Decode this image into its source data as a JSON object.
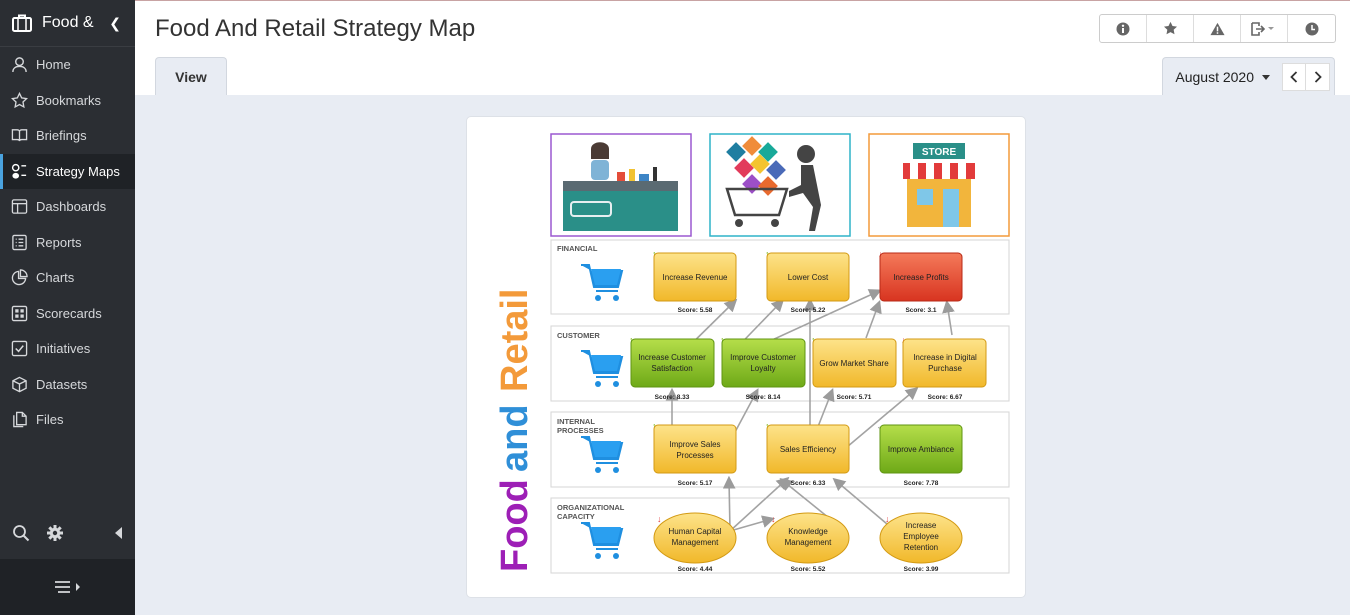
{
  "app": {
    "name": "Food & F"
  },
  "nav": [
    {
      "label": "Home"
    },
    {
      "label": "Bookmarks"
    },
    {
      "label": "Briefings"
    },
    {
      "label": "Strategy Maps"
    },
    {
      "label": "Dashboards"
    },
    {
      "label": "Reports"
    },
    {
      "label": "Charts"
    },
    {
      "label": "Scorecards"
    },
    {
      "label": "Initiatives"
    },
    {
      "label": "Datasets"
    },
    {
      "label": "Files"
    }
  ],
  "page": {
    "title": "Food And Retail Strategy Map"
  },
  "tabs": {
    "view": "View"
  },
  "date": {
    "label": "August 2020"
  },
  "map": {
    "title_words": [
      "Food",
      "and",
      "Retail"
    ],
    "store_sign": "STORE",
    "perspectives": {
      "financial": "FINANCIAL",
      "customer": "CUSTOMER",
      "internal_1": "INTERNAL",
      "internal_2": "PROCESSES",
      "org_1": "ORGANIZATIONAL",
      "org_2": "CAPACITY"
    },
    "objectives": {
      "rev": {
        "l1": "Increase Revenue",
        "l2": "",
        "score": "Score:  5.58"
      },
      "cost": {
        "l1": "Lower Cost",
        "l2": "",
        "score": "Score:  5.22"
      },
      "profit": {
        "l1": "Increase Profits",
        "l2": "",
        "score": "Score:  3.1"
      },
      "sat": {
        "l1": "Increase Customer",
        "l2": "Satisfaction",
        "score": "Score:  8.33"
      },
      "loy": {
        "l1": "Improve Customer",
        "l2": "Loyalty",
        "score": "Score:  8.14"
      },
      "share": {
        "l1": "Grow Market Share",
        "l2": "",
        "score": "Score:  5.71"
      },
      "digital": {
        "l1": "Increase in Digital",
        "l2": "Purchase",
        "score": "Score:  6.67"
      },
      "sales": {
        "l1": "Improve Sales",
        "l2": "Processes",
        "score": "Score:  5.17"
      },
      "eff": {
        "l1": "Sales Efficiency",
        "l2": "",
        "score": "Score:  6.33"
      },
      "amb": {
        "l1": "Improve Ambiance",
        "l2": "",
        "score": "Score:  7.78"
      },
      "hcm": {
        "l1": "Human Capital",
        "l2": "Management",
        "score": "Score:  4.44"
      },
      "km": {
        "l1": "Knowledge",
        "l2": "Management",
        "score": "Score:  5.52"
      },
      "ret": {
        "l1": "Increase",
        "l2": "Employee",
        "l3": "Retention",
        "score": "Score:  3.99"
      }
    }
  },
  "colors": {
    "sidebar_bg": "#2b2e33",
    "active_accent": "#4aa3df",
    "yellow": "#f7cc3c",
    "green": "#8dc21f",
    "red": "#e8432d",
    "purple": "#9d1fb6",
    "blue": "#2f8fd8",
    "orange": "#f39a3a"
  }
}
